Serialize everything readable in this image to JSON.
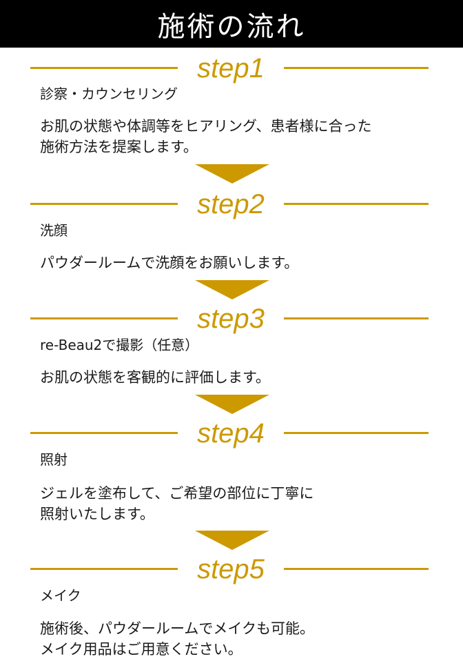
{
  "header": {
    "title": "施術の流れ"
  },
  "colors": {
    "accent": "#cc9900",
    "header_bg": "#000000",
    "header_text": "#ffffff"
  },
  "steps": [
    {
      "label": "step1",
      "title": "診察・カウンセリング",
      "desc_lines": [
        "お肌の状態や体調等をヒアリング、患者様に合った",
        "施術方法を提案します。"
      ]
    },
    {
      "label": "step2",
      "title": "洗顔",
      "desc_lines": [
        "パウダールームで洗顔をお願いします。"
      ]
    },
    {
      "label": "step3",
      "title": "re-Beau2で撮影（任意）",
      "desc_lines": [
        "お肌の状態を客観的に評価します。"
      ]
    },
    {
      "label": "step4",
      "title": "照射",
      "desc_lines": [
        "ジェルを塗布して、ご希望の部位に丁寧に",
        "照射いたします。"
      ]
    },
    {
      "label": "step5",
      "title": "メイク",
      "desc_lines": [
        "施術後、パウダールームでメイクも可能。",
        "メイク用品はご用意ください。"
      ]
    }
  ]
}
